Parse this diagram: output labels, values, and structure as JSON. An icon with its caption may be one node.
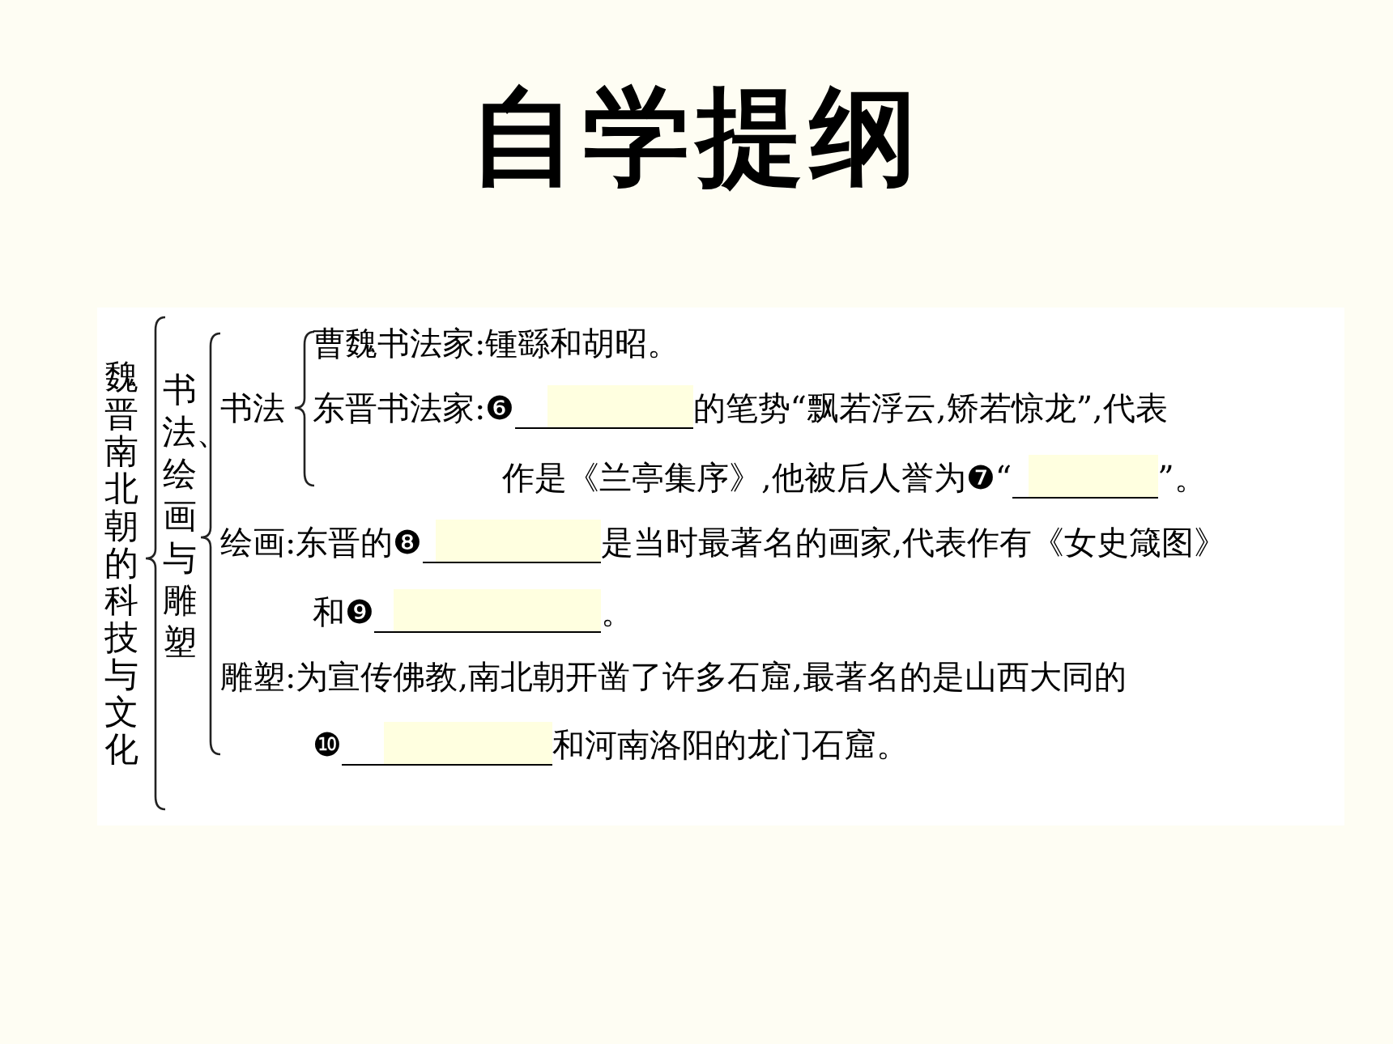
{
  "diagram": {
    "title": "自学提纲",
    "labels": [
      "魏晋南北朝的科技与文化",
      "书法、绘画与雕塑",
      "书法",
      "曹魏书法家:锺繇和胡昭。",
      "东晋书法家:❻",
      "的笔势“飘若浮云,矫若惊龙”,代表",
      "作是《兰亭集序》,他被后人誉为❼“",
      "”。",
      "绘画:东晋的❽",
      "是当时最著名的画家,代表作有《女史箴图》",
      "和❾",
      "。",
      "雕塑:为宣传佛教,南北朝开凿了许多石窟,最著名的是山西大同的",
      "❿",
      "和河南洛阳的龙门石窟。"
    ]
  }
}
